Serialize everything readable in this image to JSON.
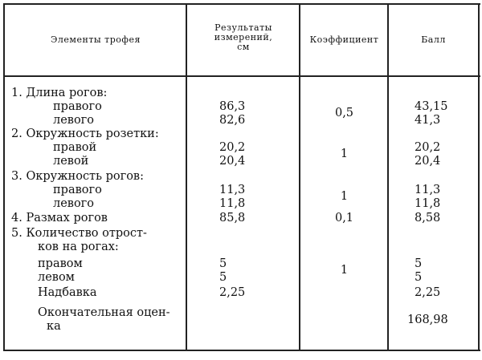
{
  "header": {
    "elements": "Элементы трофея",
    "results_line1": "Результаты",
    "results_line2": "измерений,",
    "results_line3": "см",
    "coefficient": "Коэффициент",
    "score": "Балл"
  },
  "rows": [
    {
      "label": "1. Длина рогов:"
    },
    {
      "label": "правого",
      "measure": "86,3",
      "score": "43,15"
    },
    {
      "label": "левого",
      "measure": "82,6",
      "score": "41,3"
    },
    {
      "label": "2. Окружность розетки:"
    },
    {
      "label": "правой",
      "measure": "20,2",
      "score": "20,2"
    },
    {
      "label": "левой",
      "measure": "20,4",
      "score": "20,4"
    },
    {
      "label": "3. Окружность рогов:"
    },
    {
      "label": "правого",
      "measure": "11,3",
      "score": "11,3"
    },
    {
      "label": "левого",
      "measure": "11,8",
      "score": "11,8"
    },
    {
      "label": "4. Размах рогов",
      "measure": "85,8",
      "score": "8,58"
    },
    {
      "label": "5. Количество отрост-"
    },
    {
      "label": "ков на рогах:"
    },
    {
      "label": "правом",
      "measure": "5",
      "score": "5"
    },
    {
      "label": "левом",
      "measure": "5",
      "score": "5"
    },
    {
      "label": "Надбавка",
      "measure": "2,25",
      "score": "2,25"
    },
    {
      "label": "Окончательная оцен-"
    },
    {
      "label": "ка"
    }
  ],
  "coefficients": [
    "0,5",
    "1",
    "1",
    "0,1",
    "1"
  ],
  "final_score": "168,98"
}
